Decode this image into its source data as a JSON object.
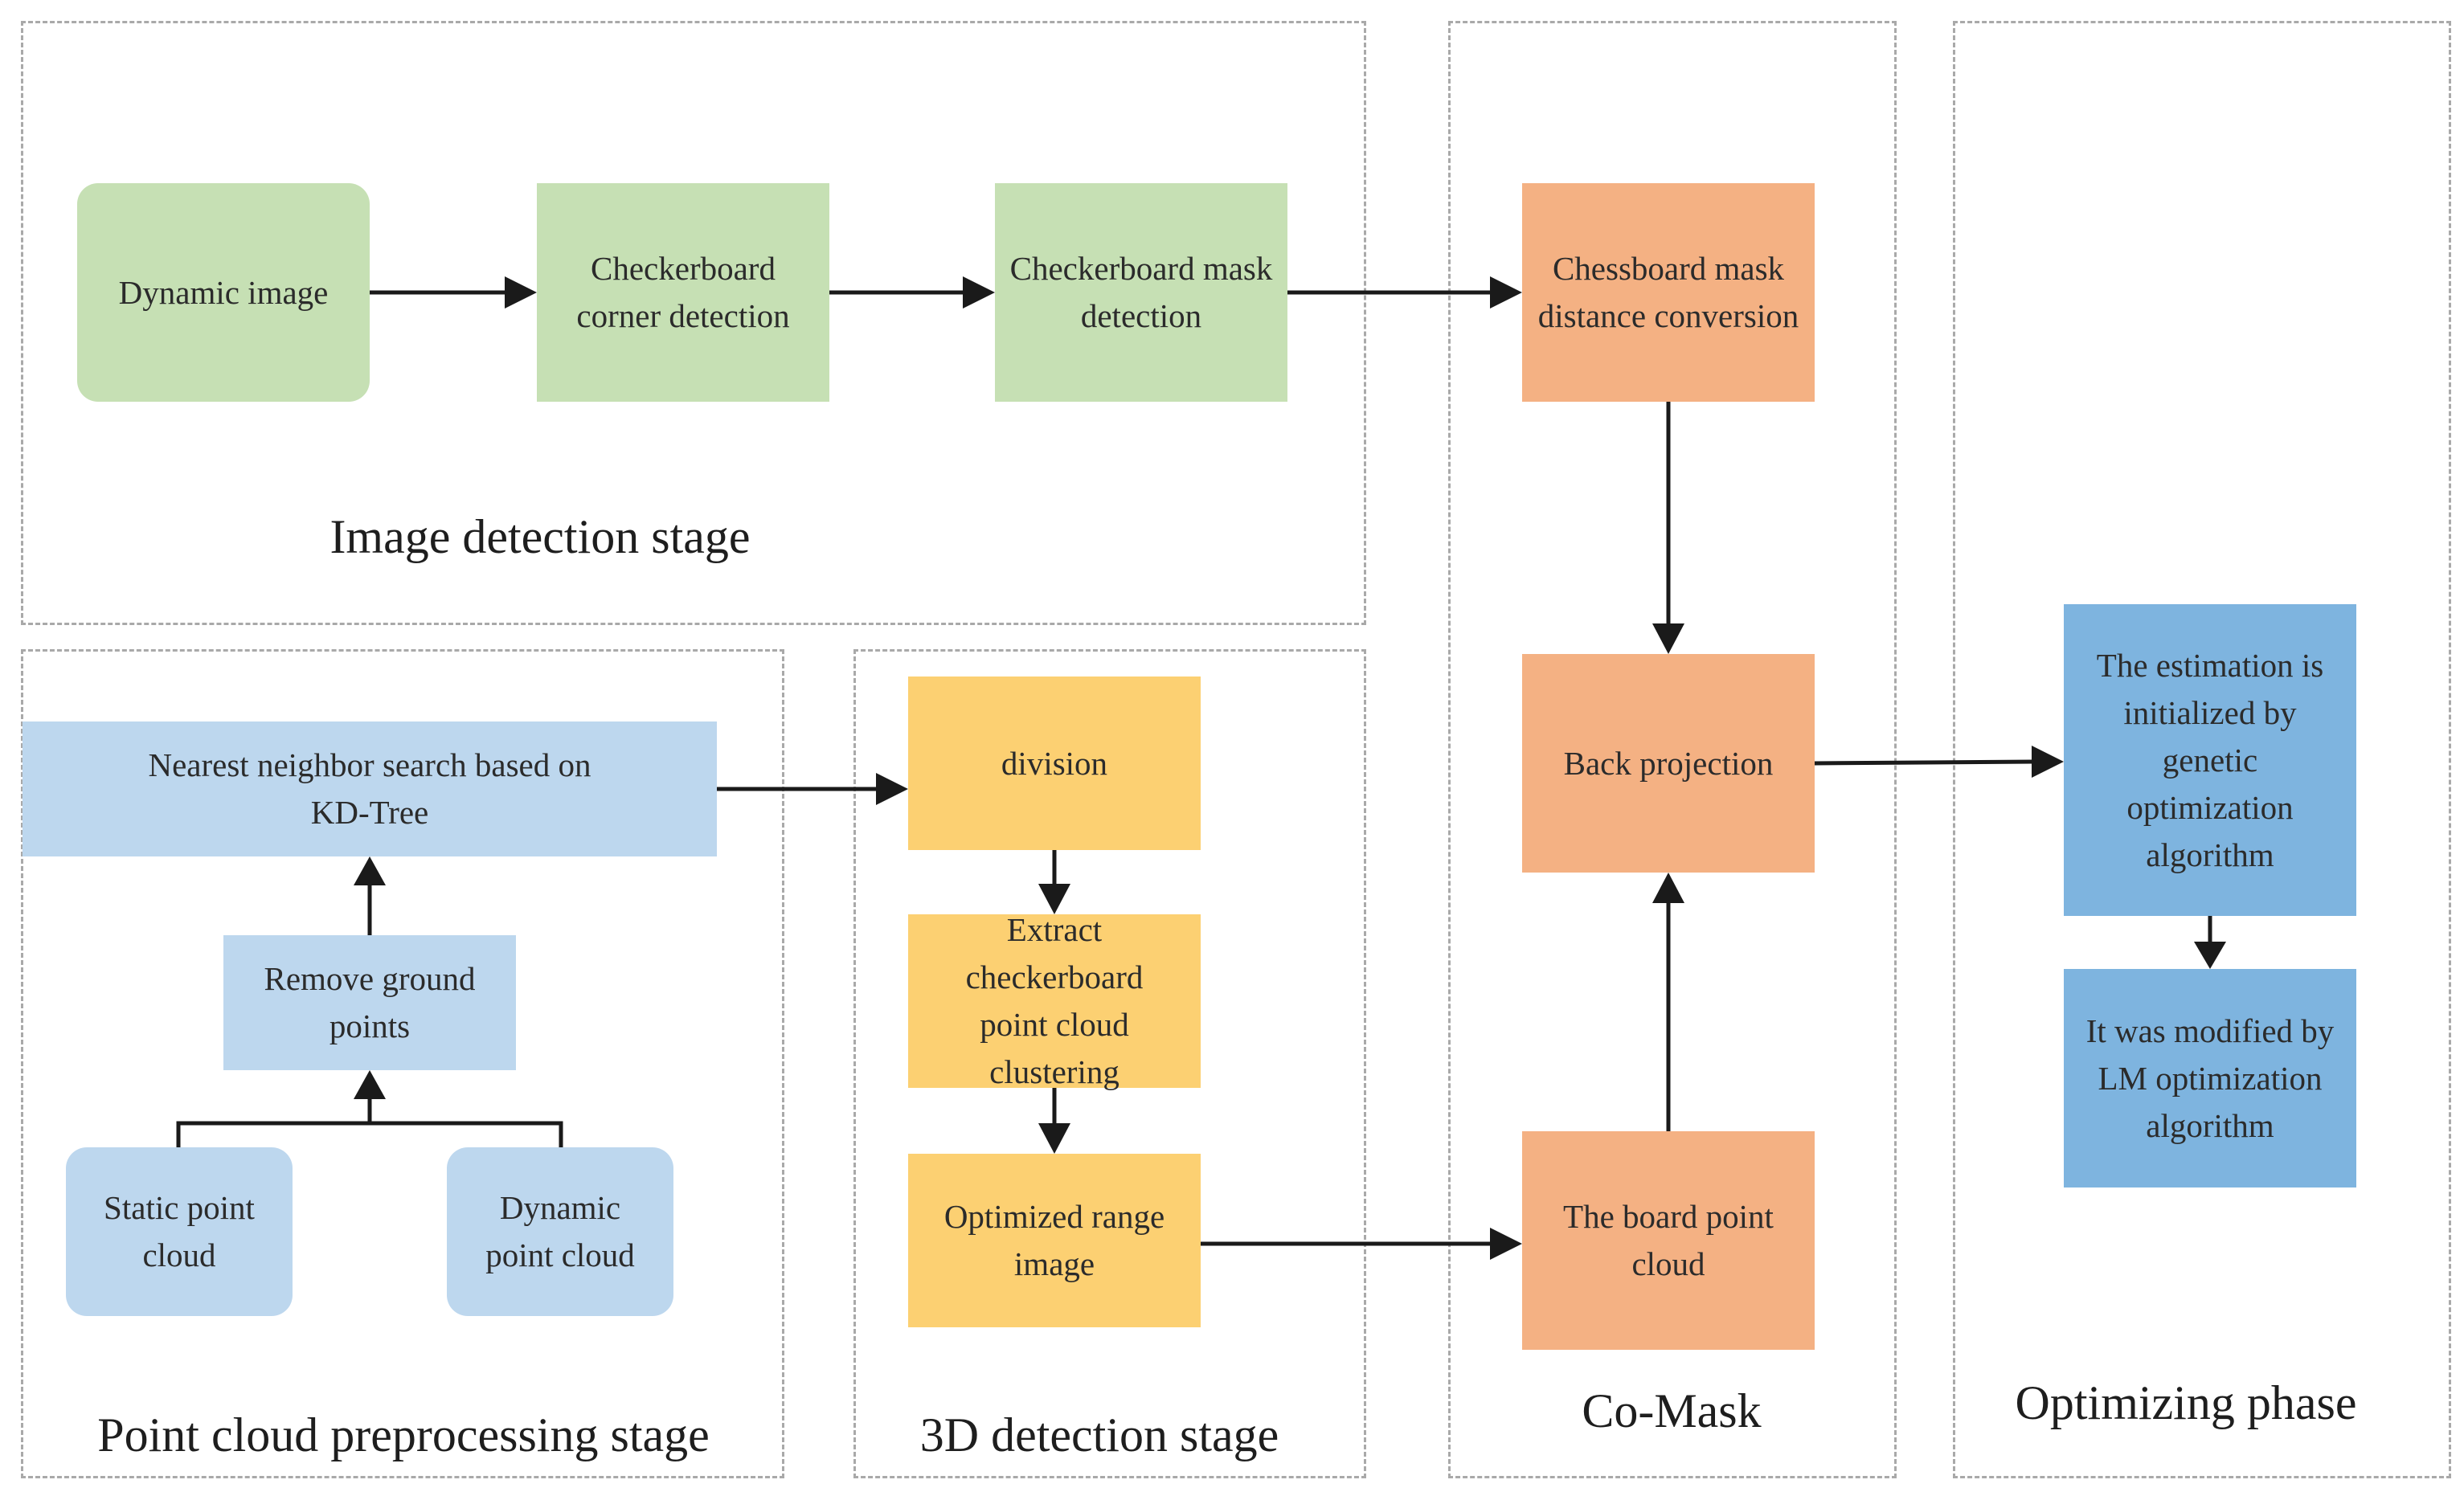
{
  "stages": {
    "image_detection": "Image detection stage",
    "point_cloud_preprocessing": "Point cloud preprocessing stage",
    "detection_3d": "3D detection stage",
    "co_mask": "Co-Mask",
    "optimizing": "Optimizing phase"
  },
  "nodes": {
    "dynamic_image": "Dynamic image",
    "checkerboard_corner_detection": "Checkerboard corner detection",
    "checkerboard_mask_detection": "Checkerboard mask detection",
    "chessboard_mask_distance_conversion": "Chessboard mask distance conversion",
    "back_projection": "Back projection",
    "board_point_cloud": "The board point cloud",
    "nearest_neighbor_search": "Nearest neighbor search based on KD-Tree",
    "remove_ground_points": "Remove ground points",
    "static_point_cloud": "Static point cloud",
    "dynamic_point_cloud": "Dynamic point cloud",
    "division": "division",
    "extract_checkerboard": "Extract checkerboard point cloud clustering",
    "optimized_range_image": "Optimized range image",
    "estimation_initialized": "The estimation is initialized by genetic optimization algorithm",
    "modified_by_lm": "It was modified by LM optimization algorithm"
  },
  "colors": {
    "image_stage_fill": "#c6e0b4",
    "co_mask_fill": "#f4b183",
    "detection_3d_fill": "#fcd072",
    "preprocessing_fill": "#bdd7ee",
    "optimizing_fill": "#7eb4df",
    "stage_border": "#a9a9a9",
    "arrow": "#1a1a1a"
  }
}
